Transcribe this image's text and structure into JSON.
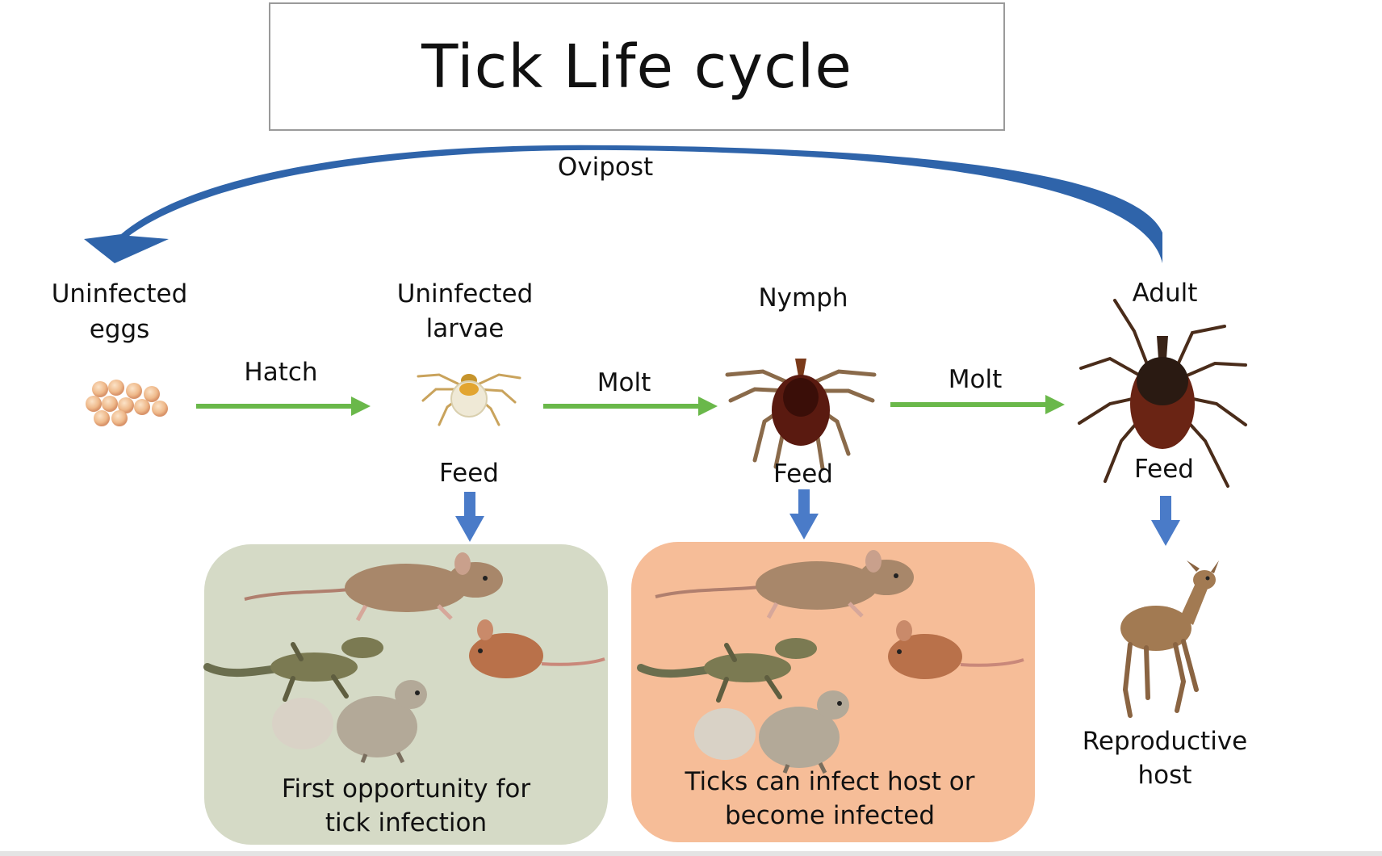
{
  "title": "Tick Life cycle",
  "colors": {
    "arrow_green": "#6ab84a",
    "arrow_blue": "#4a7bc8",
    "oviposit_arrow": "#2f64aa",
    "box_larvae": "#d5dac6",
    "box_nymph": "#f6bd98"
  },
  "oviposit_label": "Ovipost",
  "stages": {
    "eggs": {
      "line1": "Uninfected",
      "line2": "eggs"
    },
    "larvae": {
      "line1": "Uninfected",
      "line2": "larvae"
    },
    "nymph": {
      "line1": "Nymph"
    },
    "adult": {
      "line1": "Adult"
    }
  },
  "transitions": {
    "hatch": "Hatch",
    "molt1": "Molt",
    "molt2": "Molt"
  },
  "feed": {
    "larvae": "Feed",
    "nymph": "Feed",
    "adult": "Feed"
  },
  "hosts": {
    "larvae_caption": {
      "line1": "First opportunity for",
      "line2": "tick infection"
    },
    "nymph_caption": {
      "line1": "Ticks can infect host or",
      "line2": "become infected"
    },
    "adult_caption": {
      "line1": "Reproductive",
      "line2": "host"
    }
  },
  "icons": [
    "egg-cluster-icon",
    "larva-tick-icon",
    "nymph-tick-icon",
    "adult-tick-icon",
    "rat-icon",
    "lizard-icon",
    "mouse-icon",
    "squirrel-icon",
    "deer-icon"
  ]
}
